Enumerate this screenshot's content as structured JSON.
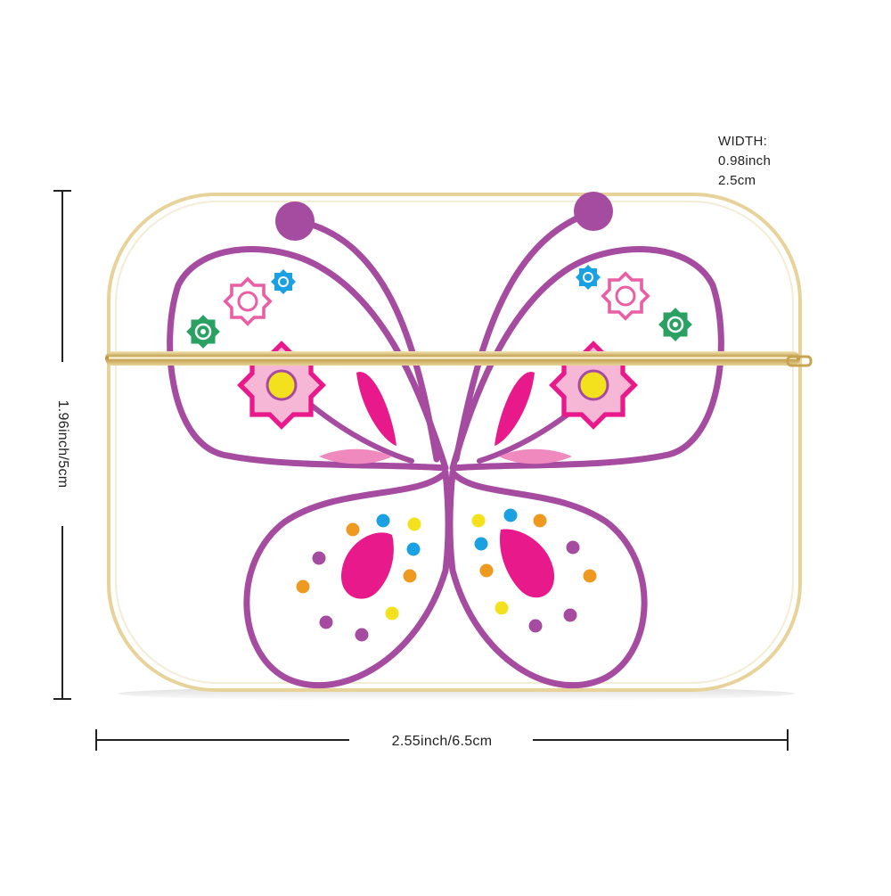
{
  "width_note": {
    "heading": "WIDTH:",
    "inch": "0.98inch",
    "cm": "2.5cm"
  },
  "height_dimension": {
    "label": "1.96inch/5cm"
  },
  "length_dimension": {
    "label": "2.55inch/6.5cm"
  },
  "colors": {
    "outline_purple": "#a64ca0",
    "magenta": "#e8198b",
    "light_pink": "#f3a9cc",
    "pink_flower": "#ea5fa3",
    "blue": "#1ba1e2",
    "green": "#2aa163",
    "yellow": "#f4e11d",
    "orange": "#ee9a20",
    "gold_trim": "#e7d39a"
  }
}
